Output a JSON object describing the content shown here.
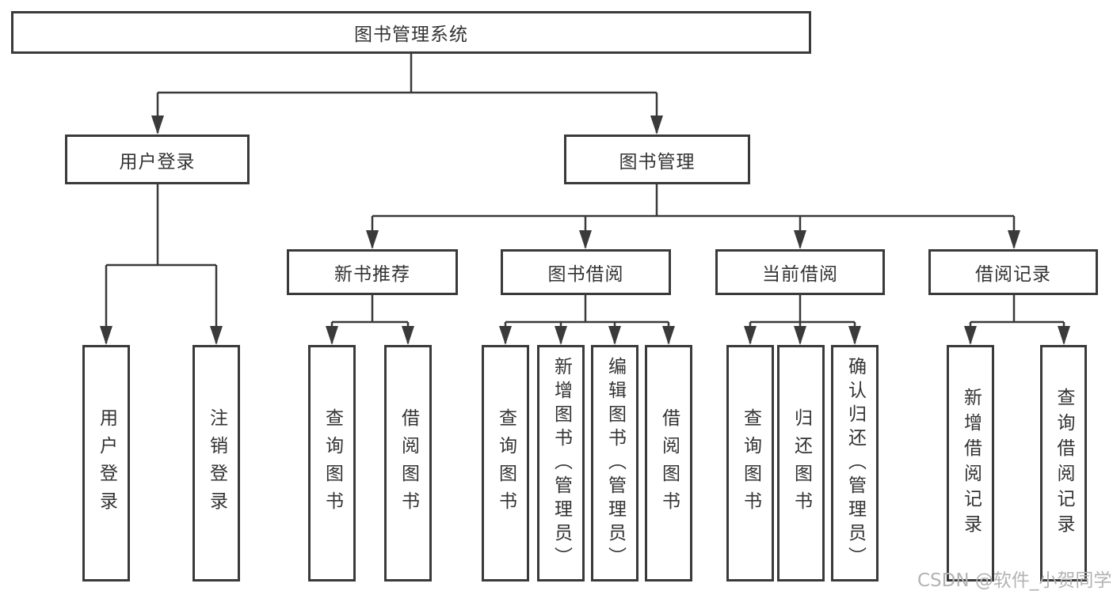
{
  "diagram": {
    "root": {
      "label": "图书管理系统"
    },
    "branches": [
      {
        "label": "用户登录",
        "children": [
          {
            "label": "用户登录"
          },
          {
            "label": "注销登录"
          }
        ]
      },
      {
        "label": "图书管理",
        "children": [
          {
            "label": "新书推荐",
            "children": [
              {
                "label": "查询图书"
              },
              {
                "label": "借阅图书"
              }
            ]
          },
          {
            "label": "图书借阅",
            "children": [
              {
                "label": "查询图书"
              },
              {
                "label": "新增图书（管理员）"
              },
              {
                "label": "编辑图书（管理员）"
              },
              {
                "label": "借阅图书"
              }
            ]
          },
          {
            "label": "当前借阅",
            "children": [
              {
                "label": "查询图书"
              },
              {
                "label": "归还图书"
              },
              {
                "label": "确认归还（管理员）"
              }
            ]
          },
          {
            "label": "借阅记录",
            "children": [
              {
                "label": "新增借阅记录"
              },
              {
                "label": "查询借阅记录"
              }
            ]
          }
        ]
      }
    ]
  },
  "watermark": {
    "text": "CSDN @软件_小贺同学"
  }
}
